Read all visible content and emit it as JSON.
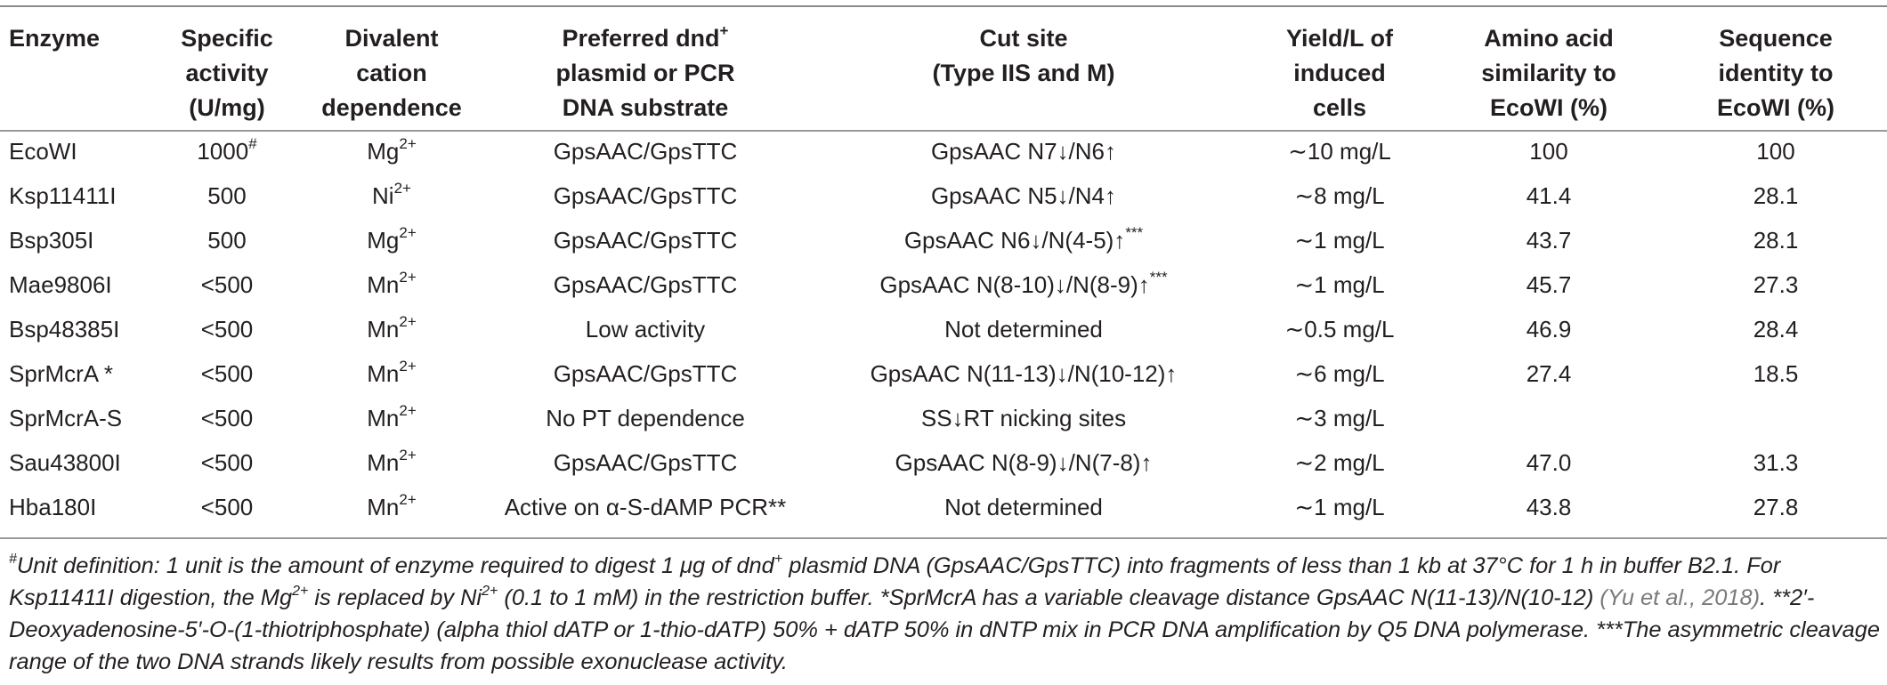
{
  "headers": [
    [
      "Enzyme"
    ],
    [
      "Specific",
      "activity",
      "(U/mg)"
    ],
    [
      "Divalent",
      "cation",
      "dependence"
    ],
    [
      "Preferred dnd",
      "plasmid or PCR",
      "DNA substrate"
    ],
    [
      "Cut site",
      "(Type IIS and M)"
    ],
    [
      "Yield/L of",
      "induced",
      "cells"
    ],
    [
      "Amino acid",
      "similarity to",
      "EcoWI (%)"
    ],
    [
      "Sequence",
      "identity to",
      "EcoWI (%)"
    ]
  ],
  "header_sup_dnd": "+",
  "rows": [
    {
      "enzyme": "EcoWI",
      "activity": "1000",
      "activity_sup": "#",
      "cation": "Mg",
      "cation_sup": "2+",
      "substrate": "GpsAAC/GpsTTC",
      "cut": "GpsAAC N7↓/N6↑",
      "cut_sup": "",
      "yield": "∼10 mg/L",
      "similarity": "100",
      "identity": "100"
    },
    {
      "enzyme": "Ksp11411I",
      "activity": "500",
      "activity_sup": "",
      "cation": "Ni",
      "cation_sup": "2+",
      "substrate": "GpsAAC/GpsTTC",
      "cut": "GpsAAC N5↓/N4↑",
      "cut_sup": "",
      "yield": "∼8 mg/L",
      "similarity": "41.4",
      "identity": "28.1"
    },
    {
      "enzyme": "Bsp305I",
      "activity": "500",
      "activity_sup": "",
      "cation": "Mg",
      "cation_sup": "2+",
      "substrate": "GpsAAC/GpsTTC",
      "cut": "GpsAAC N6↓/N(4-5)↑",
      "cut_sup": "***",
      "yield": "∼1 mg/L",
      "similarity": "43.7",
      "identity": "28.1"
    },
    {
      "enzyme": "Mae9806I",
      "activity": "<500",
      "activity_sup": "",
      "cation": "Mn",
      "cation_sup": "2+",
      "substrate": "GpsAAC/GpsTTC",
      "cut": "GpsAAC N(8-10)↓/N(8-9)↑",
      "cut_sup": "***",
      "yield": "∼1 mg/L",
      "similarity": "45.7",
      "identity": "27.3"
    },
    {
      "enzyme": "Bsp48385I",
      "activity": "<500",
      "activity_sup": "",
      "cation": "Mn",
      "cation_sup": "2+",
      "substrate": "Low activity",
      "cut": "Not determined",
      "cut_sup": "",
      "yield": "∼0.5 mg/L",
      "similarity": "46.9",
      "identity": "28.4"
    },
    {
      "enzyme": "SprMcrA *",
      "activity": "<500",
      "activity_sup": "",
      "cation": "Mn",
      "cation_sup": "2+",
      "substrate": "GpsAAC/GpsTTC",
      "cut": "GpsAAC N(11-13)↓/N(10-12)↑",
      "cut_sup": "",
      "yield": "∼6 mg/L",
      "similarity": "27.4",
      "identity": "18.5"
    },
    {
      "enzyme": "SprMcrA-S",
      "activity": "<500",
      "activity_sup": "",
      "cation": "Mn",
      "cation_sup": "2+",
      "substrate": "No PT dependence",
      "cut": "SS↓RT nicking sites",
      "cut_sup": "",
      "yield": "∼3 mg/L",
      "similarity": "",
      "identity": ""
    },
    {
      "enzyme": "Sau43800I",
      "activity": "<500",
      "activity_sup": "",
      "cation": "Mn",
      "cation_sup": "2+",
      "substrate": "GpsAAC/GpsTTC",
      "cut": "GpsAAC N(8-9)↓/N(7-8)↑",
      "cut_sup": "",
      "yield": "∼2 mg/L",
      "similarity": "47.0",
      "identity": "31.3"
    },
    {
      "enzyme": "Hba180I",
      "activity": "<500",
      "activity_sup": "",
      "cation": "Mn",
      "cation_sup": "2+",
      "substrate": "Active on α-S-dAMP PCR**",
      "cut": "Not determined",
      "cut_sup": "",
      "yield": "∼1 mg/L",
      "similarity": "43.8",
      "identity": "27.8"
    }
  ],
  "footnote": {
    "p1_sup": "#",
    "p1": "Unit definition: 1 unit is the amount of enzyme required to digest 1 μg of dnd",
    "p1_sup2": "+",
    "p2": " plasmid DNA (GpsAAC/GpsTTC) into fragments of less than 1 kb at 37°C for 1 h in buffer B2.1. For Ksp11411I digestion, the Mg",
    "p2_sup": "2+",
    "p3": " is replaced by Ni",
    "p3_sup": "2+",
    "p4": " (0.1 to 1 mM) in the restriction buffer. *SprMcrA has a variable cleavage distance GpsAAC N(11-13)/N(10-12) ",
    "citation": "(Yu et al., 2018)",
    "p5": ". **2′-Deoxyadenosine-5′-O-(1-thiotriphosphate) (alpha thiol dATP or 1-thio-dATP) 50% + dATP 50% in dNTP mix in PCR DNA amplification by Q5 DNA polymerase. ***The asymmetric cleavage range of the two DNA strands likely results from possible exonuclease activity."
  }
}
